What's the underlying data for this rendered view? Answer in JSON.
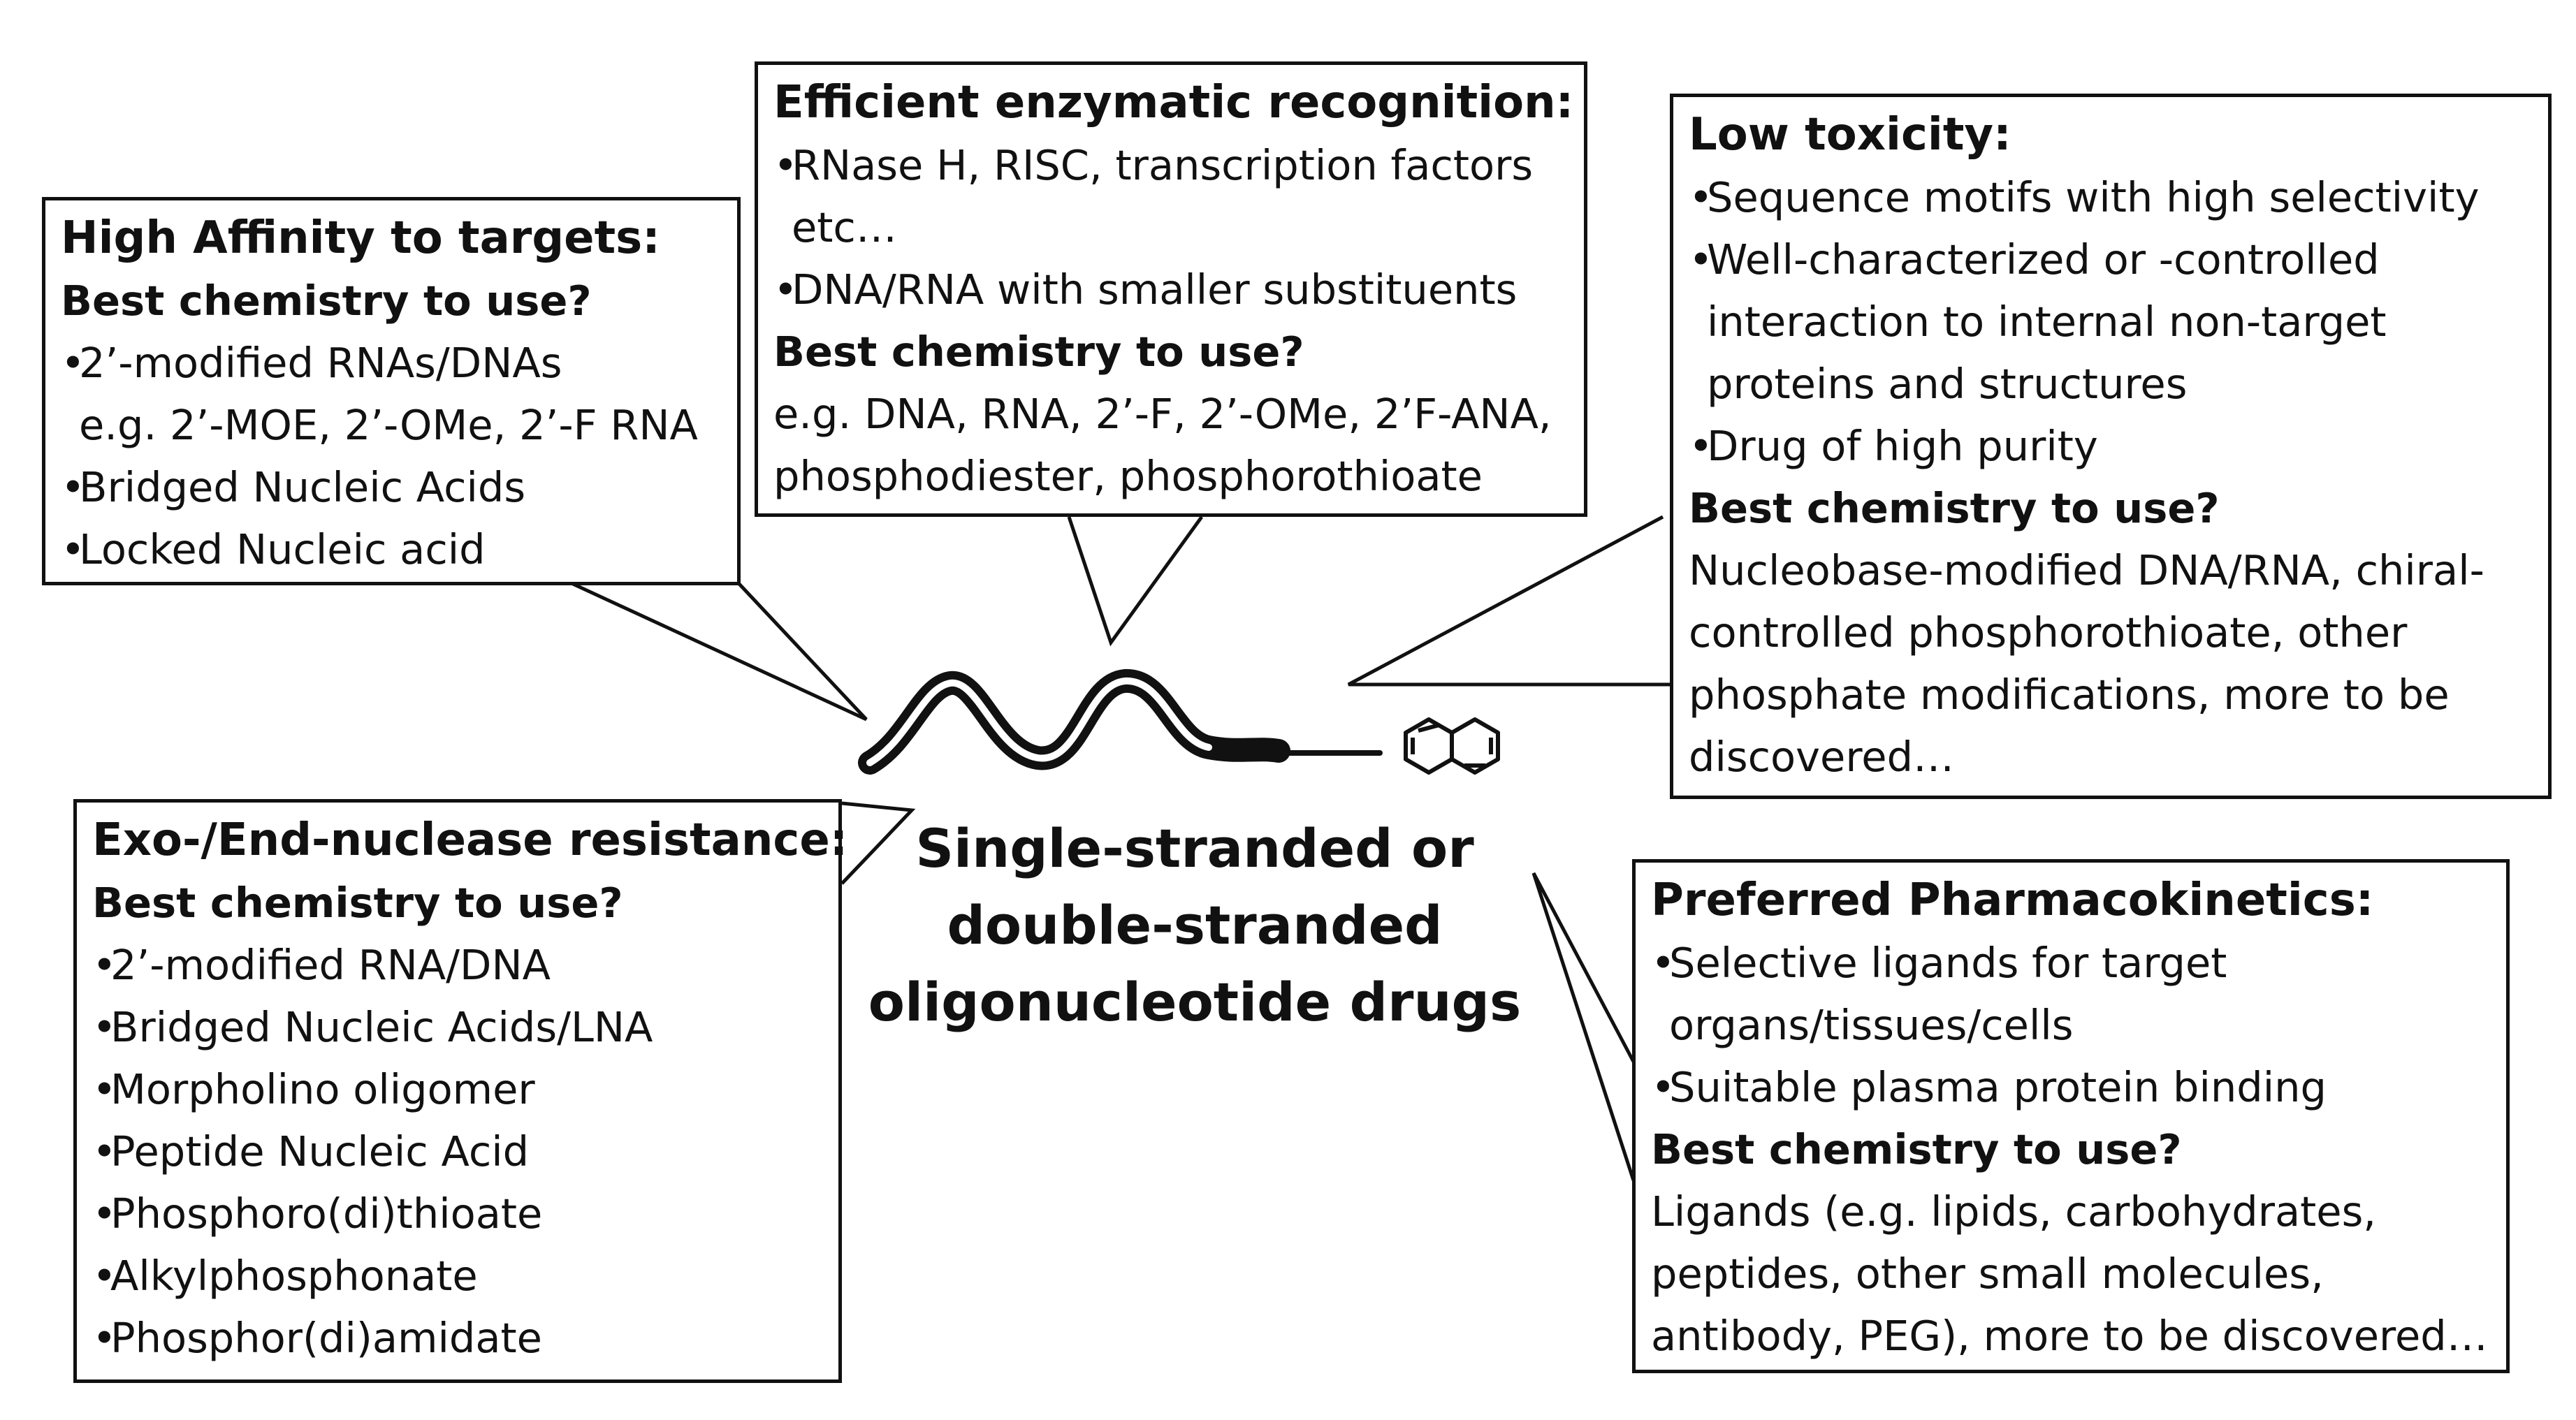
{
  "center_label": [
    "Single-stranded or",
    "double-stranded",
    "oligonucleotide drugs"
  ],
  "boxes": {
    "affinity": {
      "title": "High Affinity to targets:",
      "subtitle": "Best chemistry to use?",
      "items": [
        {
          "bullet": true,
          "text": "2’-modified RNAs/DNAs"
        },
        {
          "bullet": false,
          "text": "e.g. 2’-MOE, 2’-OMe, 2’-F RNA"
        },
        {
          "bullet": true,
          "text": "Bridged Nucleic Acids"
        },
        {
          "bullet": true,
          "text": "Locked Nucleic acid"
        }
      ]
    },
    "enzymatic": {
      "title": "Efficient enzymatic recognition:",
      "items": [
        {
          "bullet": true,
          "text": "RNase H, RISC, transcription factors"
        },
        {
          "bullet": false,
          "text": "etc…"
        },
        {
          "bullet": true,
          "text": "DNA/RNA with smaller substituents"
        }
      ],
      "subtitle": "Best chemistry to use?",
      "answer": [
        "e.g. DNA, RNA, 2’-F, 2’-OMe, 2’F-ANA,",
        "phosphodiester, phosphorothioate"
      ]
    },
    "toxicity": {
      "title": "Low toxicity:",
      "items": [
        {
          "bullet": true,
          "text": "Sequence motifs with high selectivity"
        },
        {
          "bullet": true,
          "text": "Well-characterized or -controlled"
        },
        {
          "bullet": false,
          "text": "interaction to internal non-target"
        },
        {
          "bullet": false,
          "text": "proteins and structures"
        },
        {
          "bullet": true,
          "text": "Drug of high purity"
        }
      ],
      "subtitle": "Best chemistry to use?",
      "answer": [
        "Nucleobase-modified DNA/RNA, chiral-",
        "controlled phosphorothioate, other",
        "phosphate modifications, more to be",
        "discovered…"
      ]
    },
    "nuclease": {
      "title": "Exo-/End-nuclease resistance:",
      "subtitle": "Best chemistry to use?",
      "items": [
        {
          "bullet": true,
          "text": "2’-modified RNA/DNA"
        },
        {
          "bullet": true,
          "text": "Bridged Nucleic Acids/LNA"
        },
        {
          "bullet": true,
          "text": "Morpholino oligomer"
        },
        {
          "bullet": true,
          "text": "Peptide Nucleic Acid"
        },
        {
          "bullet": true,
          "text": "Phosphoro(di)thioate"
        },
        {
          "bullet": true,
          "text": "Alkylphosphonate"
        },
        {
          "bullet": true,
          "text": "Phosphor(di)amidate"
        }
      ]
    },
    "pk": {
      "title": "Preferred Pharmacokinetics:",
      "items": [
        {
          "bullet": true,
          "text": "Selective ligands for target"
        },
        {
          "bullet": false,
          "text": "organs/tissues/cells"
        },
        {
          "bullet": true,
          "text": "Suitable plasma protein binding"
        }
      ],
      "subtitle": "Best chemistry to use?",
      "answer": [
        "Ligands (e.g. lipids, carbohydrates,",
        "peptides, other small molecules,",
        "antibody, PEG), more to be discovered…"
      ]
    }
  }
}
